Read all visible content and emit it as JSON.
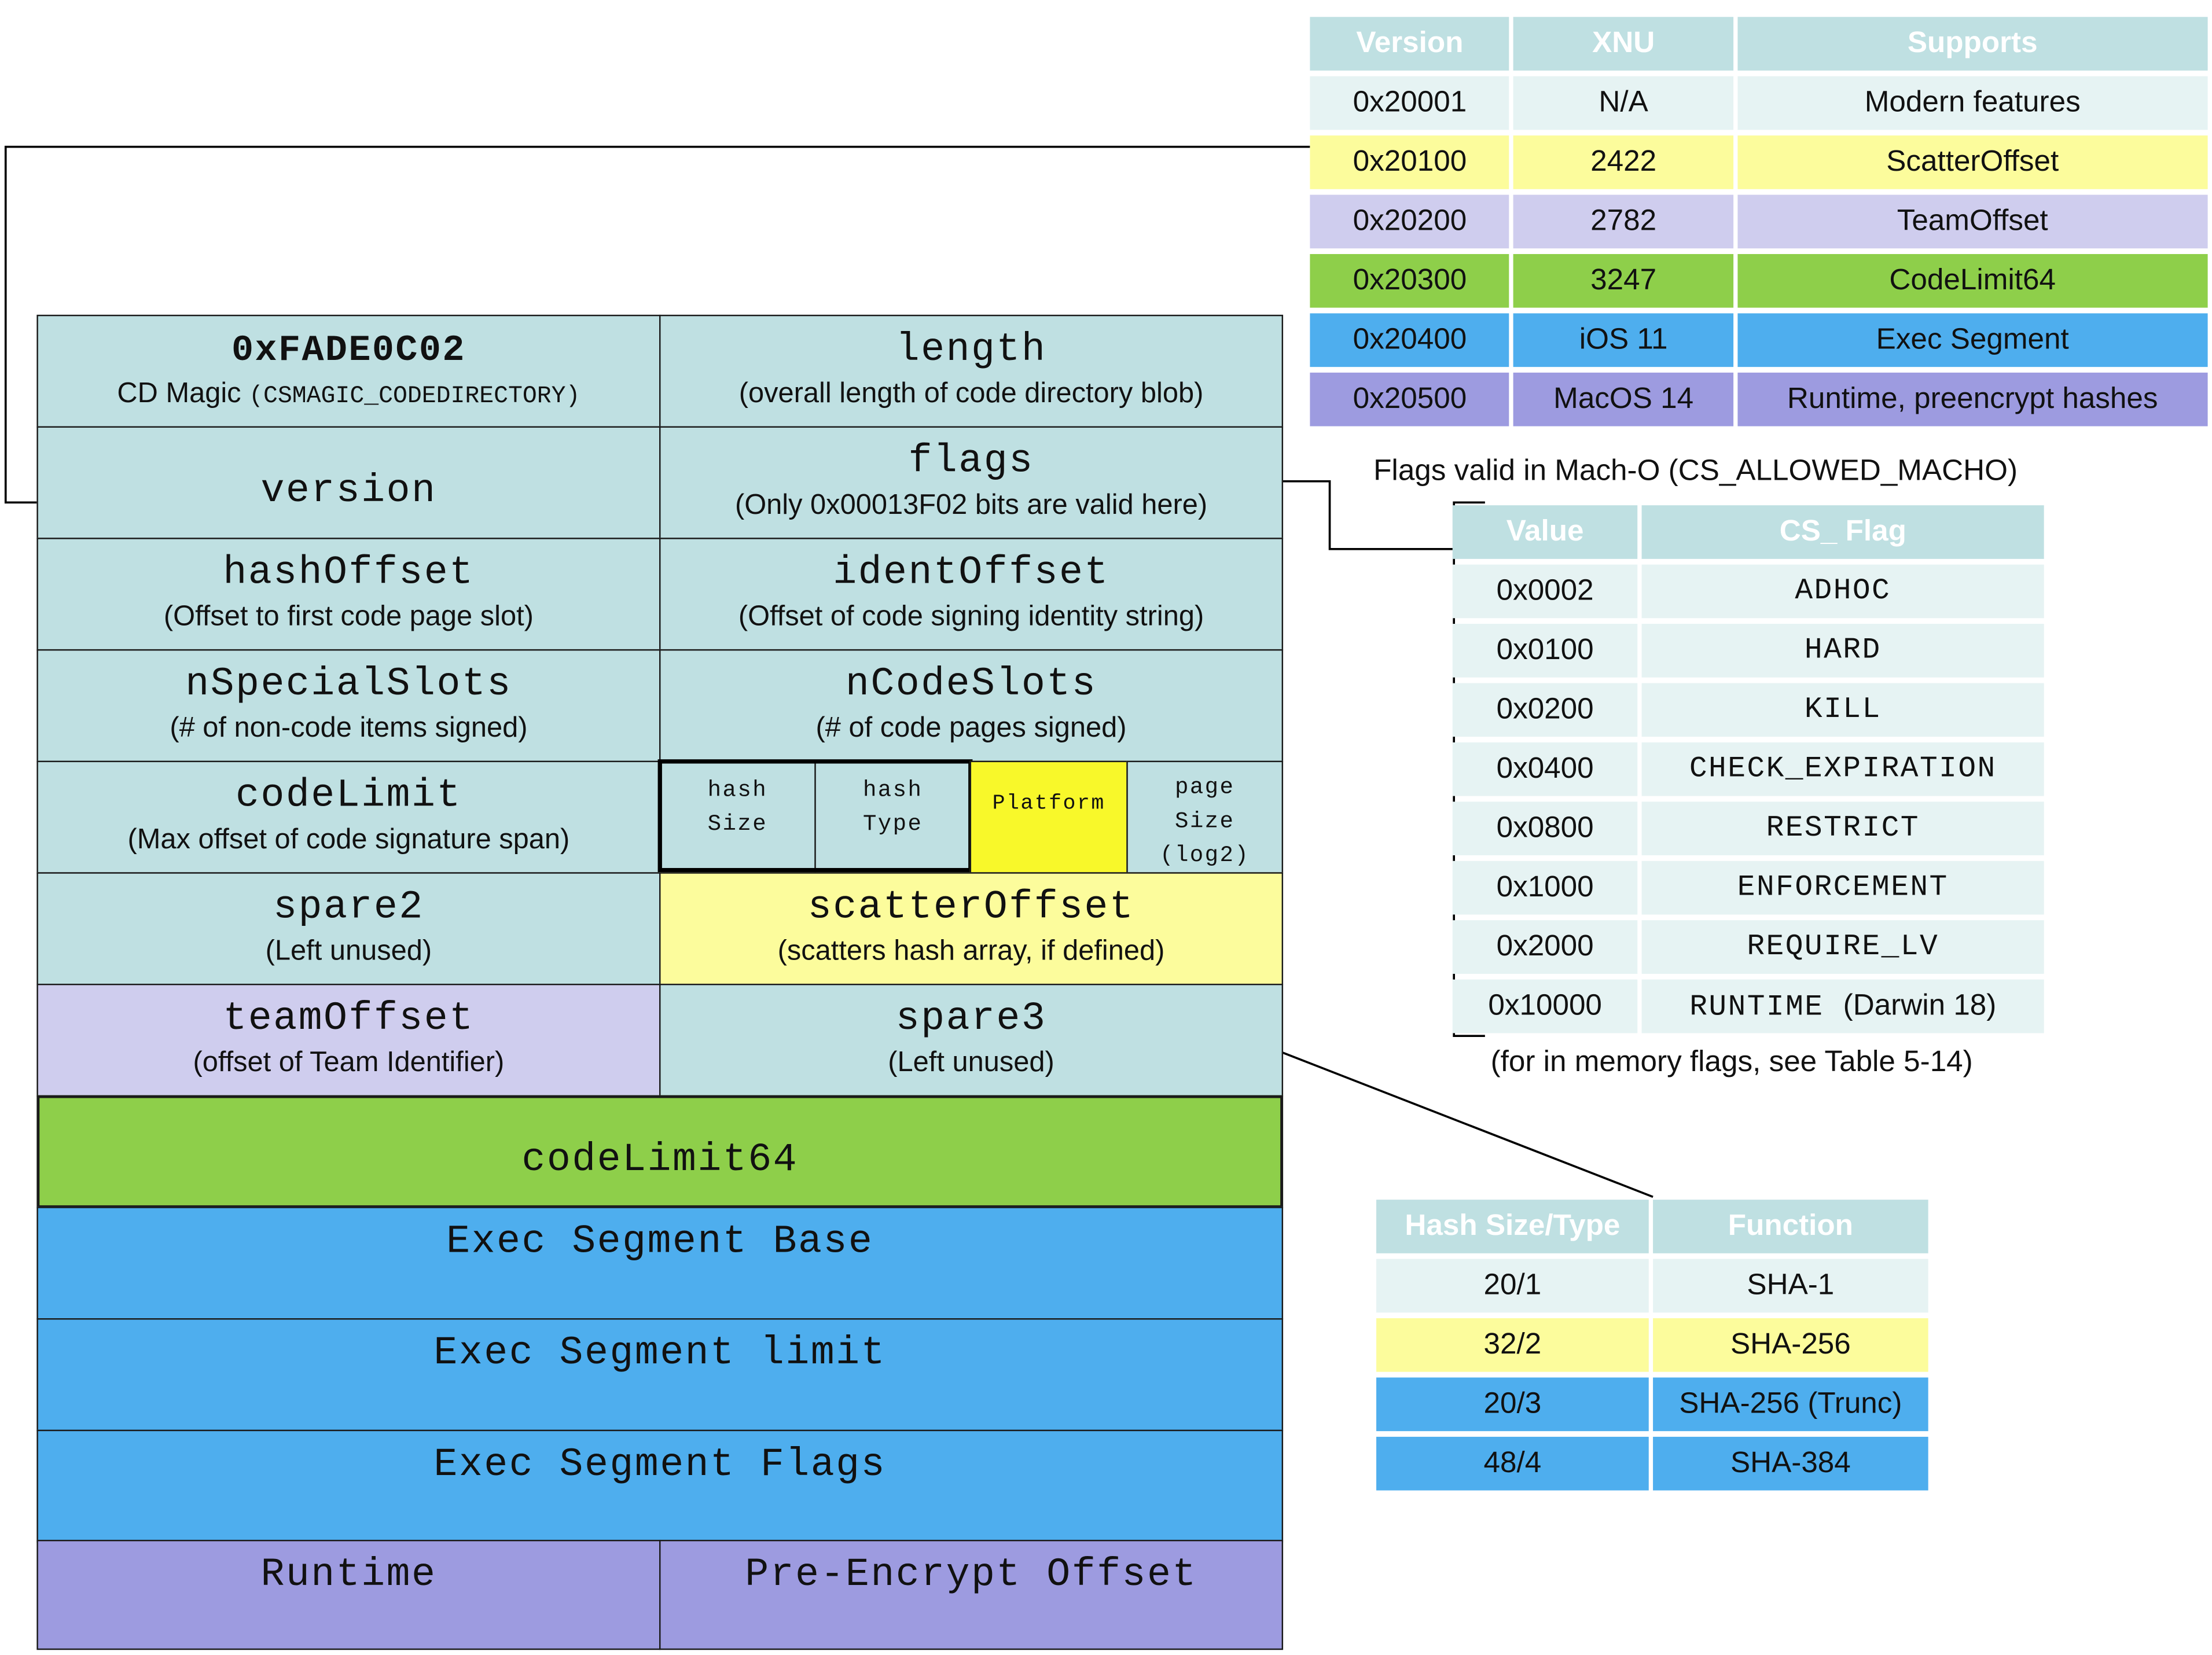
{
  "codedir": {
    "magic": {
      "value": "0xFADE0C02",
      "desc_prefix": "CD Magic",
      "desc_const": "(CSMAGIC_CODEDIRECTORY)"
    },
    "length": {
      "name": "length",
      "desc": "(overall length of code directory blob)"
    },
    "version": {
      "name": "version"
    },
    "flags": {
      "name": "flags",
      "desc": "(Only 0x00013F02 bits are valid here)"
    },
    "hashOffset": {
      "name": "hashOffset",
      "desc": "(Offset to first code page slot)"
    },
    "identOffset": {
      "name": "identOffset",
      "desc": "(Offset of code signing identity string)"
    },
    "nSpecialSlots": {
      "name": "nSpecialSlots",
      "desc": "(# of non-code items signed)"
    },
    "nCodeSlots": {
      "name": "nCodeSlots",
      "desc": "(# of code pages signed)"
    },
    "codeLimit": {
      "name": "codeLimit",
      "desc": "(Max offset of code signature span)"
    },
    "hashSize": [
      "hash",
      "Size"
    ],
    "hashType": [
      "hash",
      "Type"
    ],
    "platform": "Platform",
    "pageSize": [
      "page",
      "Size",
      "(log2)"
    ],
    "spare2": {
      "name": "spare2",
      "desc": "(Left unused)"
    },
    "scatterOffset": {
      "name": "scatterOffset",
      "desc": "(scatters hash array, if defined)"
    },
    "teamOffset": {
      "name": "teamOffset",
      "desc": "(offset of Team Identifier)"
    },
    "spare3": {
      "name": "spare3",
      "desc": "(Left unused)"
    },
    "codeLimit64": "codeLimit64",
    "execSegBase": "Exec Segment Base",
    "execSegLimit": "Exec Segment limit",
    "execSegFlags": "Exec Segment Flags",
    "runtime": "Runtime",
    "preEncryptOffset": "Pre-Encrypt Offset"
  },
  "version_table": {
    "headers": [
      "Version",
      "XNU",
      "Supports"
    ],
    "rows": [
      {
        "version": "0x20001",
        "xnu": "N/A",
        "supports": "Modern features"
      },
      {
        "version": "0x20100",
        "xnu": "2422",
        "supports": "ScatterOffset"
      },
      {
        "version": "0x20200",
        "xnu": "2782",
        "supports": "TeamOffset"
      },
      {
        "version": "0x20300",
        "xnu": "3247",
        "supports": "CodeLimit64"
      },
      {
        "version": "0x20400",
        "xnu": "iOS 11",
        "supports": "Exec Segment"
      },
      {
        "version": "0x20500",
        "xnu": "MacOS 14",
        "supports": "Runtime, preencrypt hashes"
      }
    ]
  },
  "flags_table": {
    "caption": "Flags valid in Mach-O (CS_ALLOWED_MACHO)",
    "headers": [
      "Value",
      "CS_ Flag"
    ],
    "rows": [
      {
        "value": "0x0002",
        "flag": "ADHOC",
        "note": ""
      },
      {
        "value": "0x0100",
        "flag": "HARD",
        "note": ""
      },
      {
        "value": "0x0200",
        "flag": "KILL",
        "note": ""
      },
      {
        "value": "0x0400",
        "flag": "CHECK_EXPIRATION",
        "note": ""
      },
      {
        "value": "0x0800",
        "flag": "RESTRICT",
        "note": ""
      },
      {
        "value": "0x1000",
        "flag": "ENFORCEMENT",
        "note": ""
      },
      {
        "value": "0x2000",
        "flag": "REQUIRE_LV",
        "note": ""
      },
      {
        "value": "0x10000",
        "flag": "RUNTIME",
        "note": "(Darwin 18)"
      }
    ],
    "footnote": "(for in memory flags, see Table 5-14)"
  },
  "hash_table": {
    "headers": [
      "Hash Size/Type",
      "Function"
    ],
    "rows": [
      {
        "type": "20/1",
        "function": "SHA-1"
      },
      {
        "type": "32/2",
        "function": "SHA-256"
      },
      {
        "type": "20/3",
        "function": "SHA-256 (Trunc)"
      },
      {
        "type": "48/4",
        "function": "SHA-384"
      }
    ]
  }
}
